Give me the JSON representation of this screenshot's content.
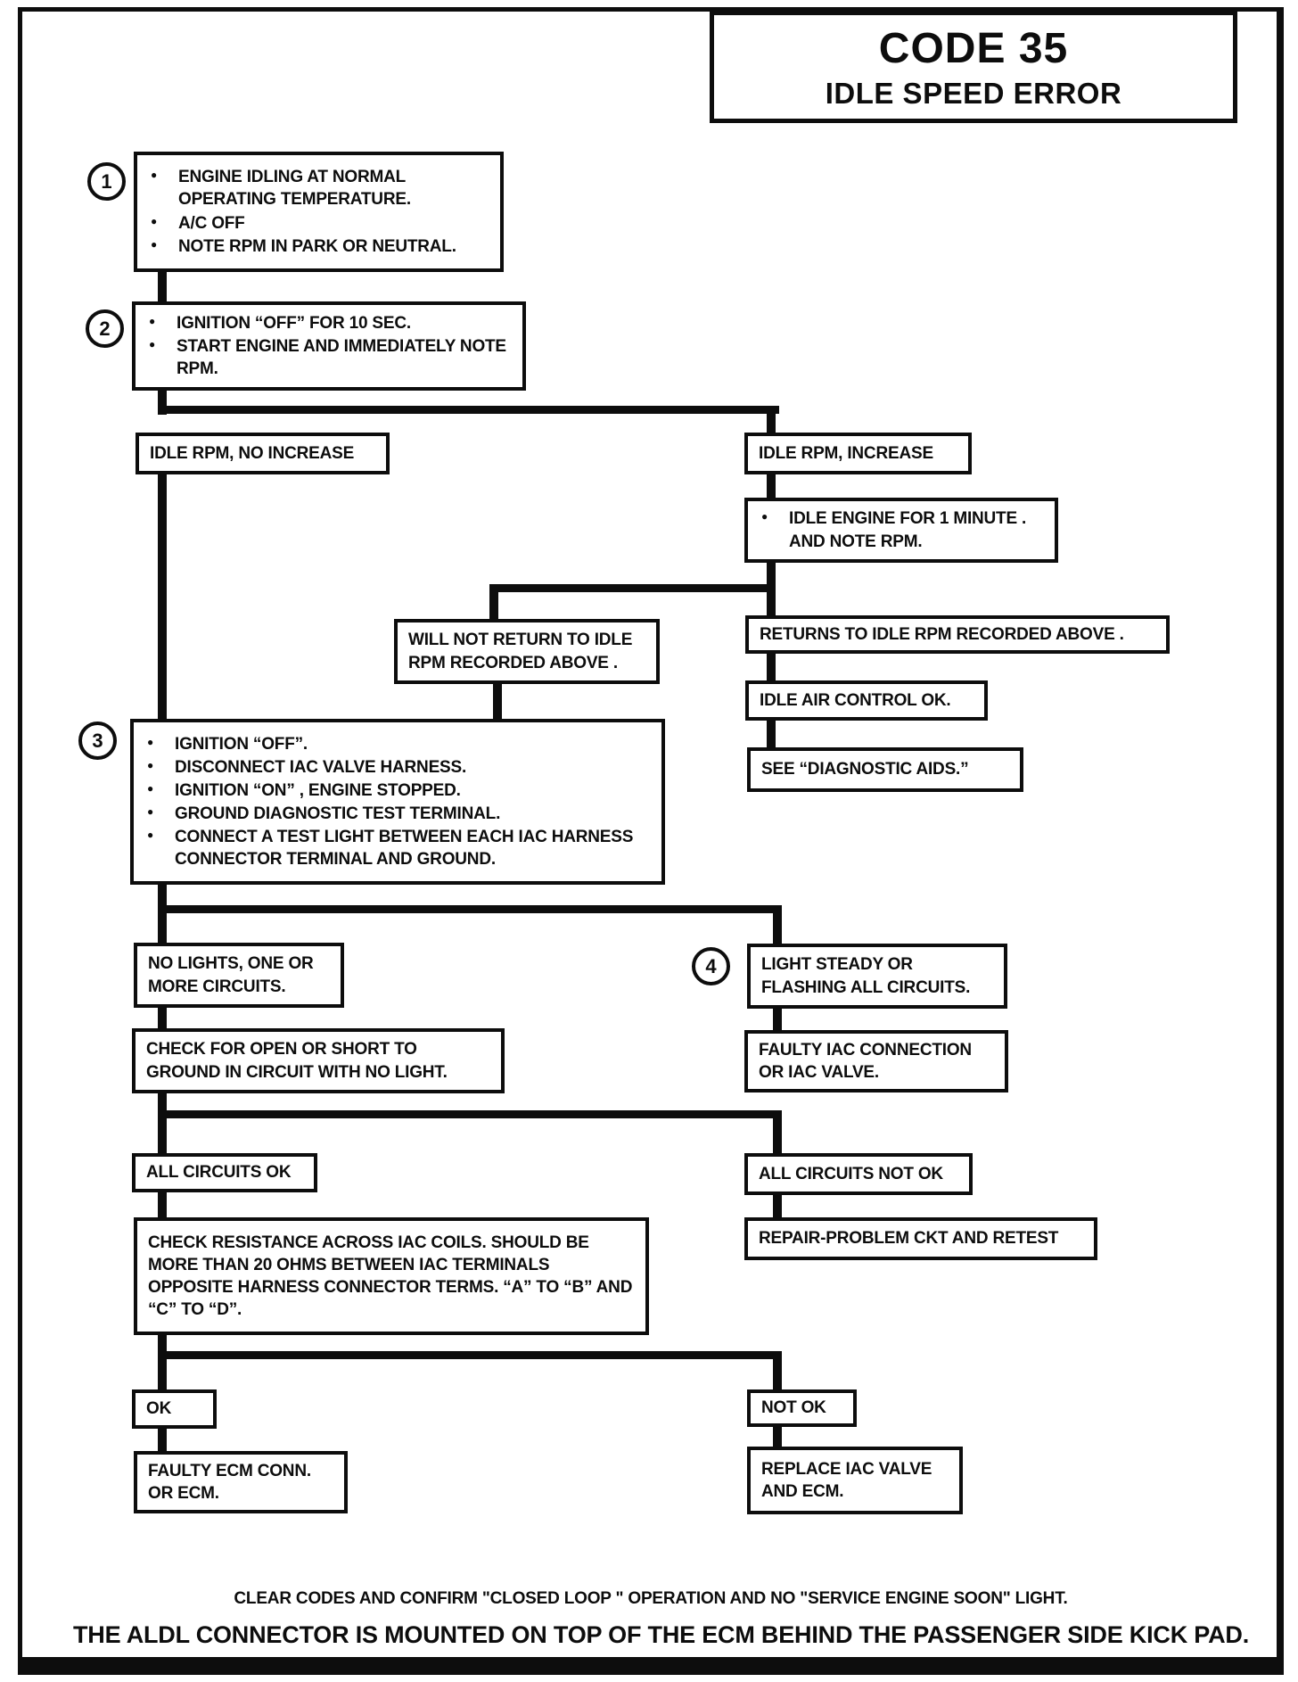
{
  "title": {
    "code": "CODE 35",
    "name": "IDLE SPEED ERROR"
  },
  "steps": {
    "s1": "1",
    "s2": "2",
    "s3": "3",
    "s4": "4"
  },
  "nodes": {
    "step1": {
      "bullets": [
        "ENGINE IDLING AT NORMAL OPERATING TEMPERATURE.",
        "A/C OFF",
        "NOTE RPM IN PARK OR NEUTRAL."
      ]
    },
    "step2": {
      "bullets": [
        "IGNITION “OFF” FOR 10 SEC.",
        "START ENGINE AND IMMEDIATELY NOTE RPM."
      ]
    },
    "idle_no_increase": {
      "text": "IDLE RPM, NO INCREASE"
    },
    "idle_increase": {
      "text": "IDLE RPM, INCREASE"
    },
    "idle_engine": {
      "bullets": [
        "IDLE ENGINE FOR 1 MINUTE . AND NOTE RPM."
      ]
    },
    "will_not_return": {
      "text": "WILL NOT RETURN TO IDLE RPM RECORDED ABOVE ."
    },
    "returns_above": {
      "text": "RETURNS TO IDLE RPM RECORDED ABOVE ."
    },
    "iac_ok": {
      "text": "IDLE AIR CONTROL OK."
    },
    "see_aids": {
      "text": "SEE “DIAGNOSTIC AIDS.”"
    },
    "step3": {
      "bullets": [
        "IGNITION “OFF”.",
        "DISCONNECT IAC VALVE HARNESS.",
        "IGNITION “ON” , ENGINE STOPPED.",
        "GROUND DIAGNOSTIC TEST TERMINAL.",
        "CONNECT A TEST LIGHT BETWEEN EACH IAC HARNESS CONNECTOR TERMINAL AND GROUND."
      ]
    },
    "no_lights": {
      "text": "NO LIGHTS, ONE OR MORE CIRCUITS."
    },
    "light_steady": {
      "text": "LIGHT STEADY OR FLASHING ALL CIRCUITS."
    },
    "check_open": {
      "text": "CHECK FOR OPEN OR SHORT TO GROUND IN CIRCUIT WITH NO LIGHT."
    },
    "faulty_iac": {
      "text": "FAULTY IAC CONNECTION OR IAC VALVE."
    },
    "all_ok": {
      "text": "ALL CIRCUITS OK"
    },
    "all_not_ok": {
      "text": "ALL CIRCUITS NOT OK"
    },
    "check_resistance": {
      "text": "CHECK RESISTANCE ACROSS IAC COILS. SHOULD BE MORE THAN 20 OHMS BETWEEN IAC TERMINALS OPPOSITE HARNESS CONNECTOR TERMS. “A” TO “B” AND “C” TO “D”."
    },
    "repair_problem": {
      "text": "REPAIR-PROBLEM CKT AND RETEST"
    },
    "ok": {
      "text": "OK"
    },
    "not_ok": {
      "text": "NOT OK"
    },
    "faulty_ecm": {
      "text": "FAULTY ECM CONN. OR ECM."
    },
    "replace_iac": {
      "text": "REPLACE IAC VALVE AND ECM."
    }
  },
  "footer": {
    "line1": "CLEAR CODES AND CONFIRM \"CLOSED LOOP \" OPERATION AND NO \"SERVICE ENGINE SOON\" LIGHT.",
    "line2": "THE ALDL CONNECTOR IS MOUNTED ON TOP OF THE ECM BEHIND THE PASSENGER SIDE KICK PAD."
  },
  "colors": {
    "ink": "#0d0d0d",
    "paper": "#ffffff"
  }
}
